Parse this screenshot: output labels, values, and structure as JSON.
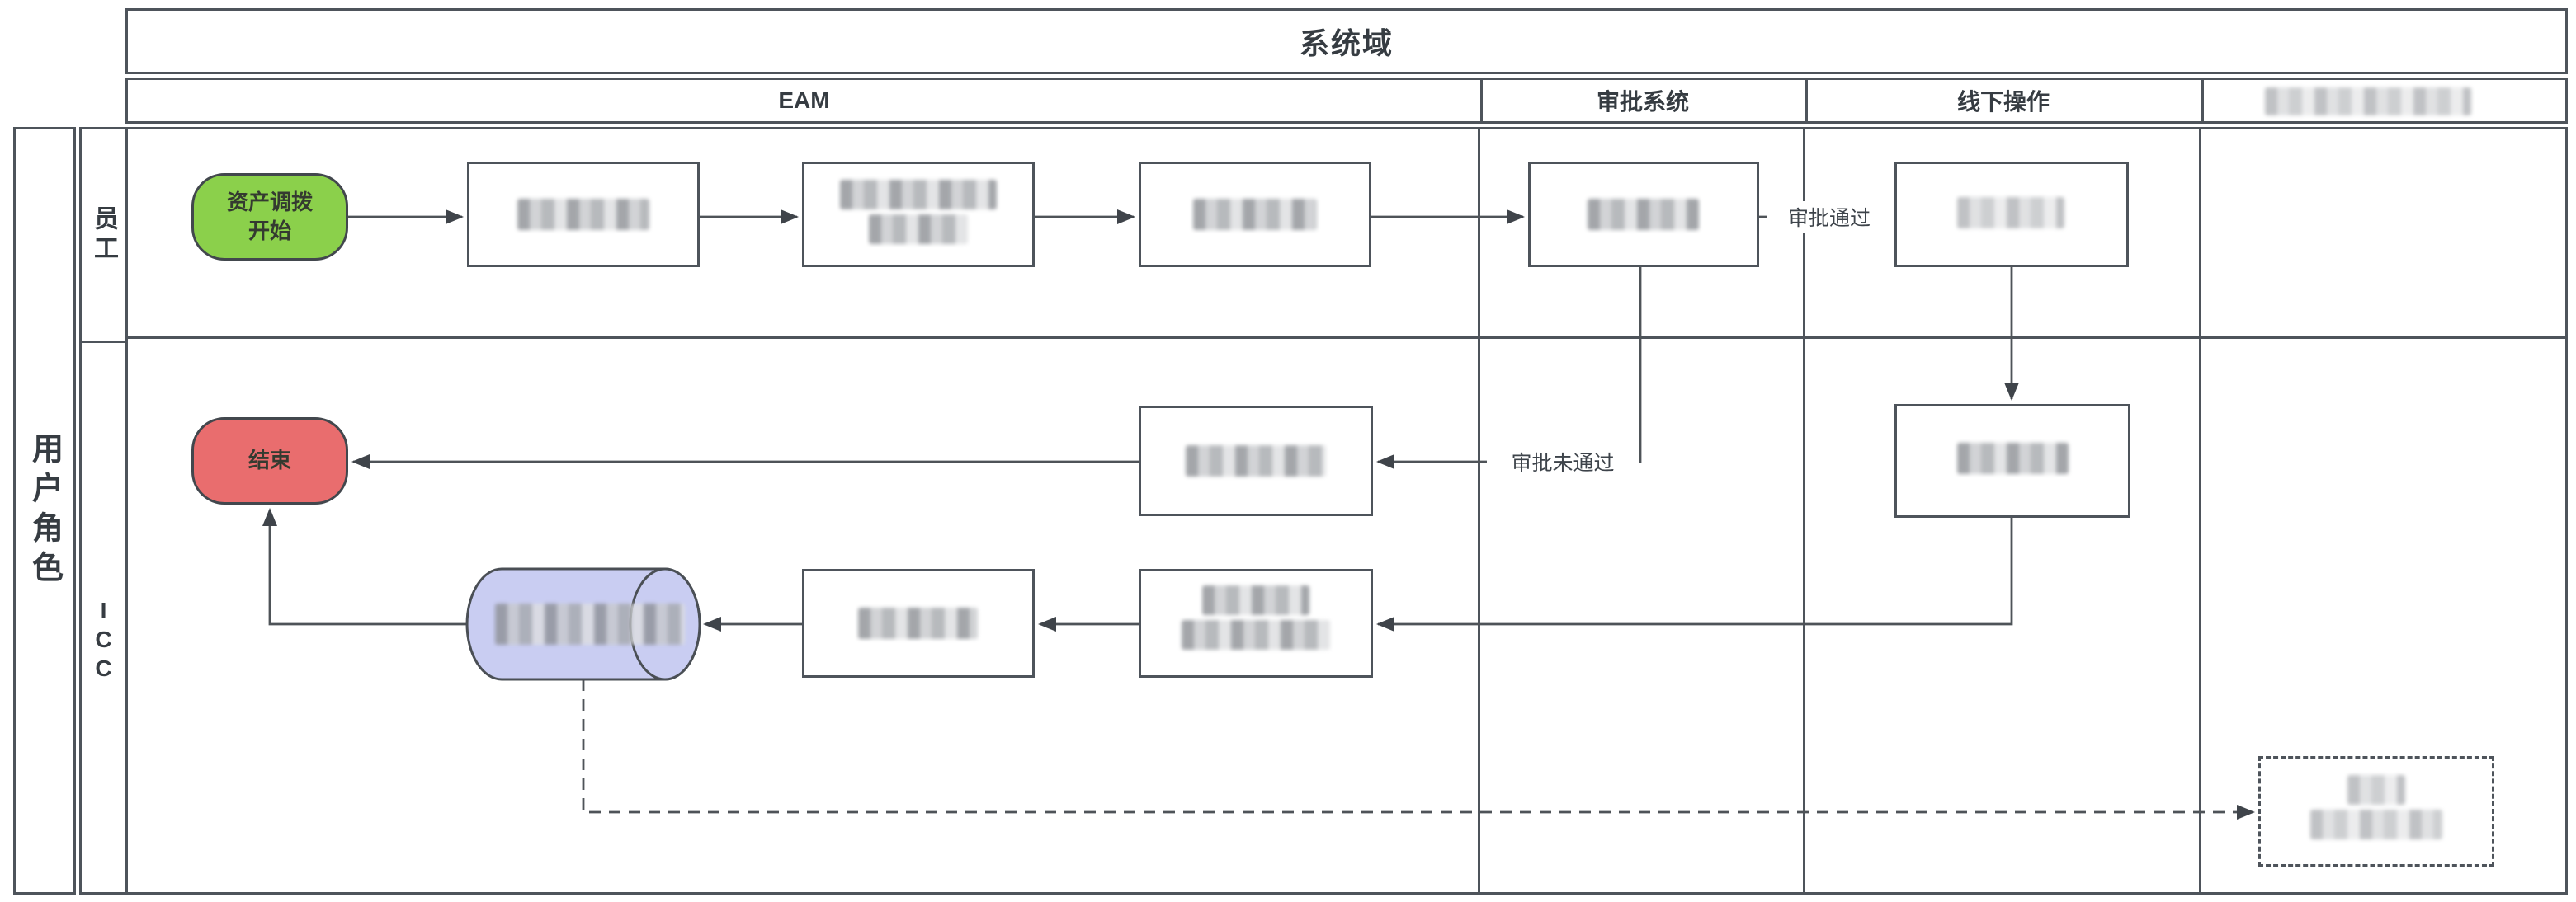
{
  "title": "系统域",
  "columns": {
    "eam": "EAM",
    "approval": "审批系统",
    "offline": "线下操作",
    "sap": {
      "redacted": true
    }
  },
  "left_bands": {
    "outer": "用户角色",
    "row_employee": "员工",
    "row_icc": "ICC"
  },
  "nodes": {
    "start": {
      "type": "start-terminal",
      "line1": "资产调拨",
      "line2": "开始",
      "fill": "#8bd04b"
    },
    "end": {
      "type": "end-terminal",
      "label": "结束",
      "fill": "#e96d6e"
    },
    "employee_process_1": {
      "type": "process",
      "redacted": true
    },
    "employee_process_2": {
      "type": "process",
      "redacted": true,
      "lines": 2
    },
    "employee_process_3": {
      "type": "process",
      "redacted": true
    },
    "approval_box": {
      "type": "process",
      "redacted": true
    },
    "offline_box_top": {
      "type": "process",
      "redacted": true
    },
    "reject_result_box": {
      "type": "process",
      "redacted": true
    },
    "offline_box_bottom": {
      "type": "process",
      "redacted": true
    },
    "icc_process_mid": {
      "type": "process",
      "redacted": true
    },
    "icc_process_right": {
      "type": "process",
      "redacted": true,
      "lines": 2
    },
    "datastore_cylinder": {
      "type": "datastore-cylinder",
      "redacted": true,
      "fill": "#c9cdf2"
    },
    "sap_dashed_box": {
      "type": "dashed-process",
      "redacted": true,
      "lines": 2
    }
  },
  "edge_labels": {
    "approved": "审批通过",
    "rejected": "审批未通过"
  },
  "colors": {
    "line": "#4e5358",
    "start_fill": "#8bd04b",
    "end_fill": "#e96d6e",
    "datastore_fill": "#c9cdf2"
  }
}
